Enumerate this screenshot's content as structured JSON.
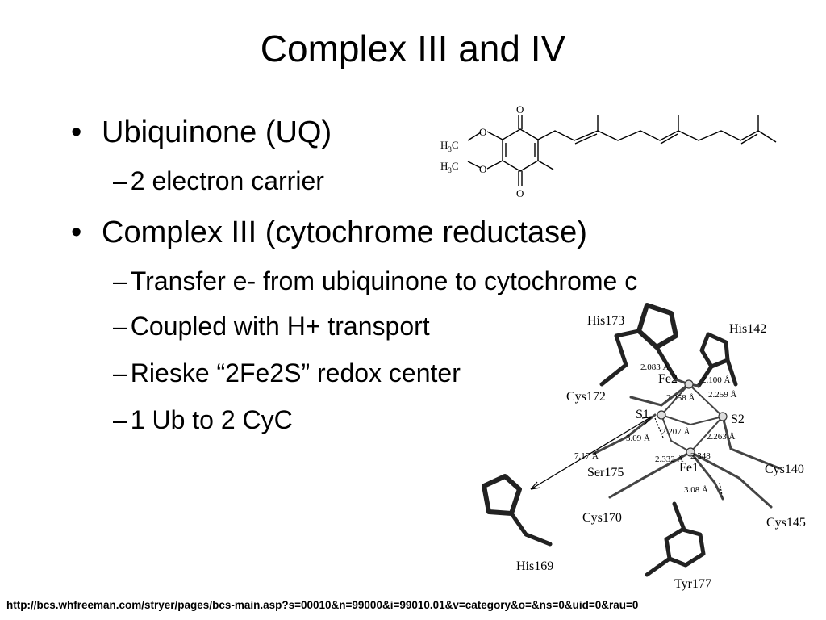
{
  "slide": {
    "title": "Complex III and IV",
    "bullets": [
      {
        "text": "Ubiquinone (UQ)",
        "subs": [
          "2 electron carrier"
        ]
      },
      {
        "text": "Complex III (cytochrome reductase)",
        "subs": [
          "Transfer e- from ubiquinone to cytochrome c",
          "Coupled with H+ transport",
          "Rieske “2Fe2S” redox center",
          "1 Ub to 2 CyC"
        ]
      }
    ],
    "bullet_glyph": "•",
    "dash_glyph": "–",
    "footer_url": "http://bcs.whfreeman.com/stryer/pages/bcs-main.asp?s=00010&n=99000&i=99010.01&v=category&o=&ns=0&uid=0&rau=0"
  },
  "ubiquinone_structure": {
    "o_top": "O",
    "o_bottom": "O",
    "o_methoxy1": "O",
    "o_methoxy2": "O",
    "h3c_1": "H",
    "h3c_1_sub": "3",
    "h3c_1_c": "C",
    "h3c_2": "H",
    "h3c_2_sub": "3",
    "h3c_2_c": "C"
  },
  "rieske_structure": {
    "labels": {
      "his173": "His173",
      "his142": "His142",
      "cys172": "Cys172",
      "fe2": "Fe2",
      "s1": "S1",
      "s2": "S2",
      "fe1": "Fe1",
      "ser175": "Ser175",
      "cys140": "Cys140",
      "cys170": "Cys170",
      "cys145": "Cys145",
      "his169": "His169",
      "tyr177": "Tyr177"
    },
    "distances": {
      "d2083": "2.083 Å",
      "d2100": "2.100 Å",
      "d2258": "2.258 Å",
      "d2259": "2.259 Å",
      "d2207": "2.207 Å",
      "d2263": "2.263 Å",
      "d309": "3.09 Å",
      "d717": "7.17 Å",
      "d2332": "2.332 Å",
      "d2348": "2.348",
      "d308": "3.08 Å"
    }
  }
}
